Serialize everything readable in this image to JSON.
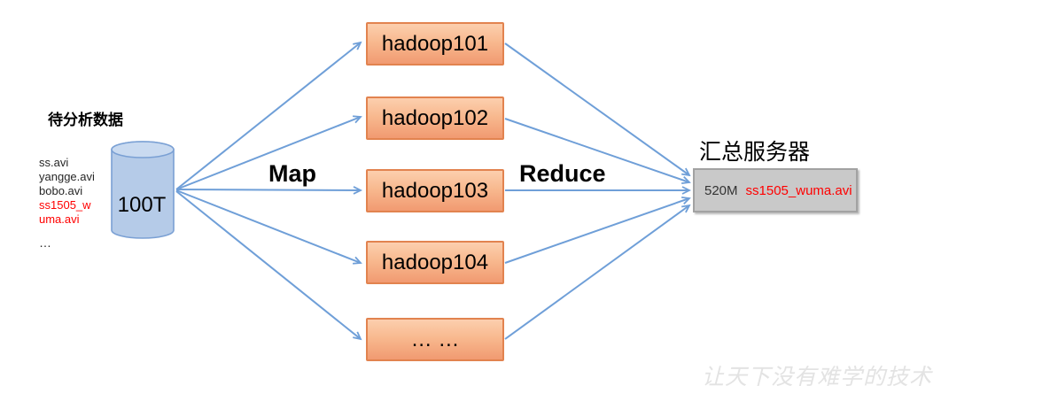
{
  "source": {
    "label": "待分析数据",
    "files": [
      "ss.avi",
      "yangge.avi",
      "bobo.avi",
      "ss1505_w",
      "uma.avi"
    ],
    "more": "…",
    "capacity": "100T"
  },
  "stages": {
    "map": "Map",
    "reduce": "Reduce"
  },
  "nodes": [
    "hadoop101",
    "hadoop102",
    "hadoop103",
    "hadoop104",
    "… …"
  ],
  "sink": {
    "label": "汇总服务器",
    "size": "520M",
    "file": "ss1505_wuma.avi"
  },
  "watermark": "让天下没有难学的技术",
  "colors": {
    "arrow_blue": "#6f9fd8",
    "node_border": "#e2834f",
    "node_fill_top": "#fccfae",
    "node_fill_bottom": "#f19a71",
    "cylinder_fill": "#b5cbe8",
    "cylinder_top_fill": "#c9daf0",
    "cylinder_border": "#7aa0d4",
    "sink_fill": "#c9c9c9",
    "sink_border": "#a2a2a2",
    "highlight_red": "#ff0000",
    "watermark_gray": "#e3e3e3"
  }
}
